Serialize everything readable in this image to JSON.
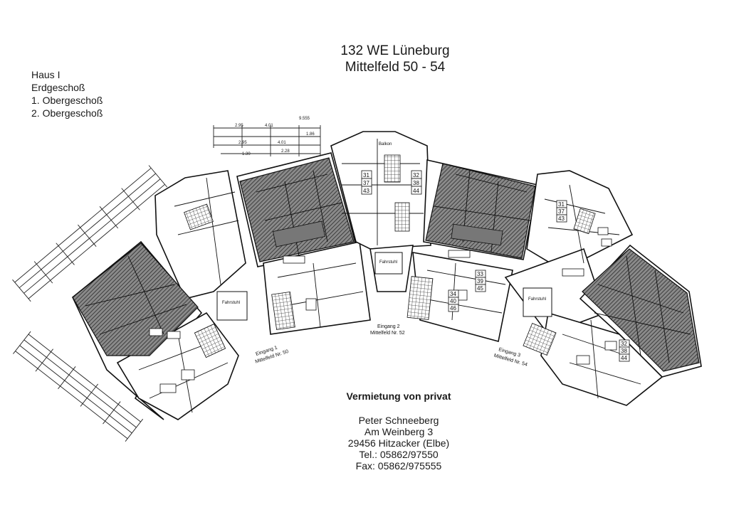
{
  "title": {
    "line1": "132 WE Lüneburg",
    "line2": "Mittelfeld 50 - 54"
  },
  "levels": [
    "Haus I",
    "Erdgeschoß",
    "1. Obergeschoß",
    "2. Obergeschoß"
  ],
  "plan": {
    "balkon": "Balkon",
    "fahrstuhl": "Fahrstuhl",
    "entrances": [
      {
        "eingang": "Eingang 1",
        "address": "Mittelfeld Nr. 50"
      },
      {
        "eingang": "Eingang 2",
        "address": "Mittelfeld Nr. 52"
      },
      {
        "eingang": "Eingang 3",
        "address": "Mittelfeld Nr. 54"
      }
    ],
    "unit_numbers": {
      "center_left": [
        "31",
        "37",
        "43"
      ],
      "center_right": [
        "32",
        "38",
        "44"
      ],
      "east_upper": [
        "33",
        "39",
        "45"
      ],
      "east_lower": [
        "34",
        "40",
        "46"
      ],
      "far_right": [
        "31",
        "37",
        "43"
      ],
      "far_right_lower": [
        "32",
        "38",
        "44"
      ]
    },
    "colors": {
      "line": "#222222",
      "hatch": "#6e6e6e",
      "hatch_dark": "#4a4a4a"
    }
  },
  "contact": {
    "heading": "Vermietung von privat",
    "name": "Peter Schneeberg",
    "street": "Am Weinberg 3",
    "city": "29456 Hitzacker (Elbe)",
    "tel": "Tel.: 05862/97550",
    "fax": "Fax: 05862/975555"
  }
}
